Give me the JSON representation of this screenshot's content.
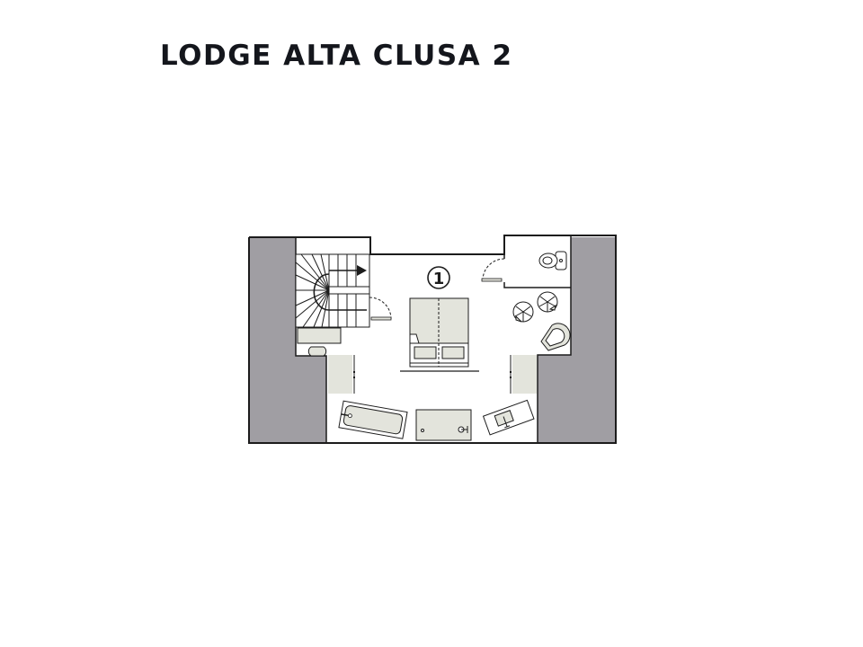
{
  "title": "LODGE ALTA CLUSA 2",
  "floorplan": {
    "room_marker": "1",
    "colors": {
      "wall_fill": "#a09ea3",
      "line": "#1c1c1c",
      "furniture_fill": "#e3e4dc",
      "background": "#ffffff"
    },
    "elements": [
      "staircase-with-arrow",
      "desk-with-chair",
      "double-bed",
      "wardrobe-left",
      "wardrobe-right",
      "bathtub",
      "shower-tray",
      "washbasin",
      "toilet",
      "armchairs",
      "sofa-chair",
      "doors"
    ]
  }
}
